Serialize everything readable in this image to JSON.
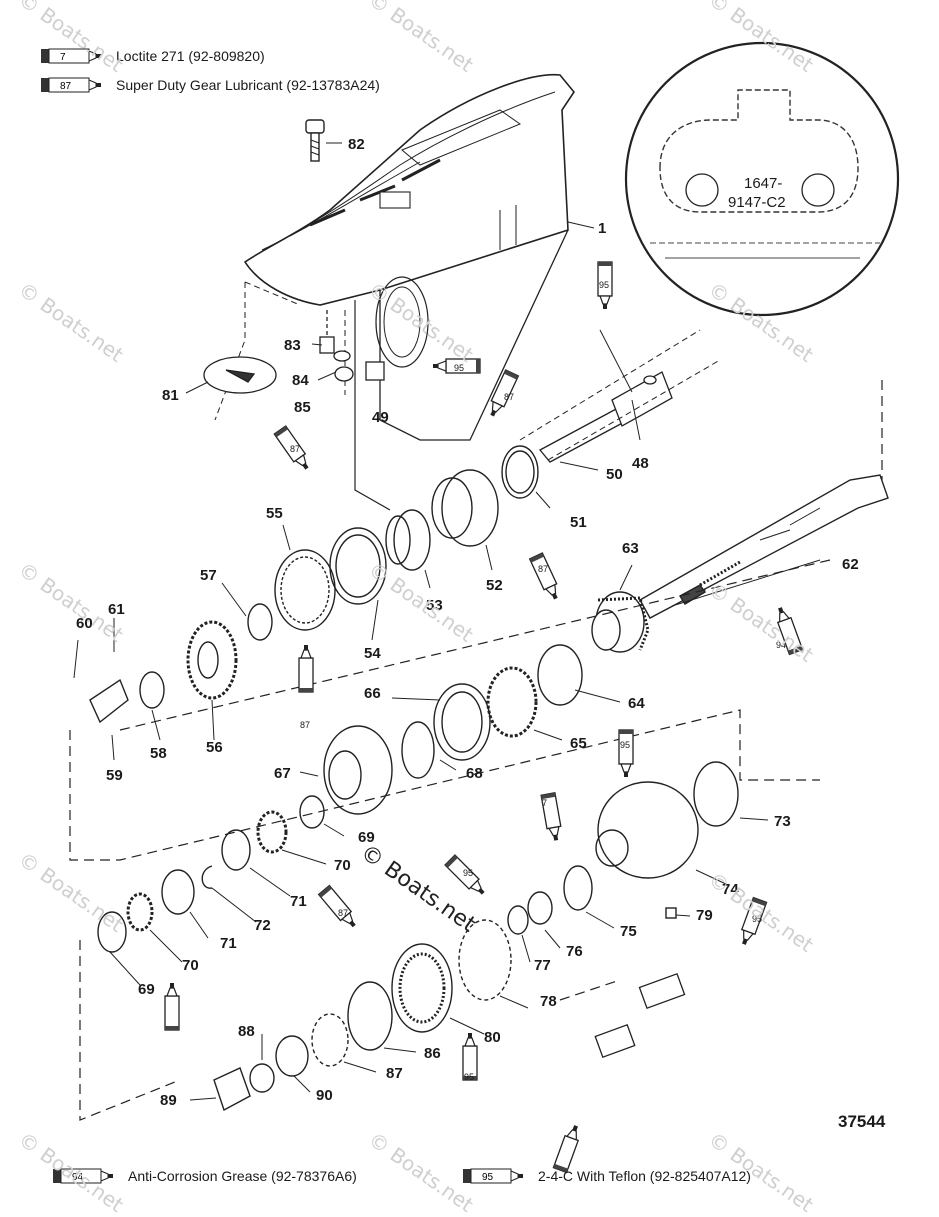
{
  "legend": {
    "top": [
      {
        "num": "7",
        "text": "Loctite 271 (92-809820)"
      },
      {
        "num": "87",
        "text": "Super Duty Gear Lubricant (92-13783A24)"
      }
    ],
    "bottom": [
      {
        "num": "94",
        "text": "Anti-Corrosion Grease (92-78376A6)"
      },
      {
        "num": "95",
        "text": "2-4-C  With Teflon (92-825407A12)"
      }
    ]
  },
  "inset": {
    "line1": "1647-",
    "line2": "9147-C2"
  },
  "diagram_id": "37544",
  "watermark": "© Boats.net",
  "center_watermark": "© Boats.net",
  "callouts": [
    "1",
    "82",
    "83",
    "84",
    "85",
    "81",
    "49",
    "48",
    "50",
    "51",
    "52",
    "53",
    "54",
    "55",
    "57",
    "56",
    "58",
    "59",
    "60",
    "61",
    "62",
    "63",
    "64",
    "65",
    "66",
    "67",
    "68",
    "69",
    "70",
    "71",
    "72",
    "73",
    "74",
    "75",
    "76",
    "77",
    "78",
    "79",
    "80",
    "86",
    "87",
    "88",
    "89",
    "90"
  ],
  "tube_labels": [
    "95",
    "95",
    "87",
    "87",
    "87",
    "87",
    "7",
    "95",
    "95",
    "95",
    "95",
    "87",
    "94"
  ]
}
